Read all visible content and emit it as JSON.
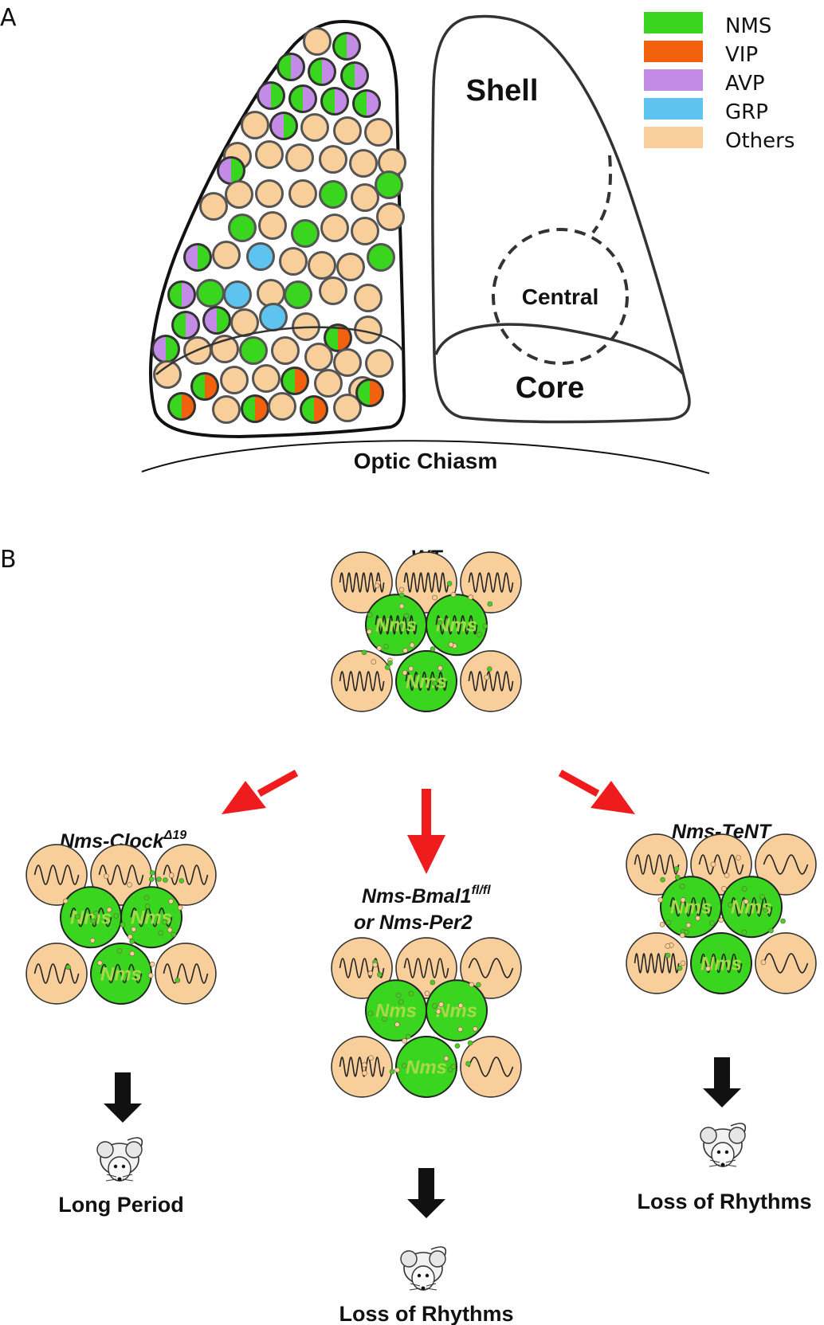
{
  "panel_a": {
    "letter": "A",
    "legend": [
      {
        "label": "NMS",
        "color": "#39d51f"
      },
      {
        "label": "VIP",
        "color": "#f2620e"
      },
      {
        "label": "AVP",
        "color": "#c48be6"
      },
      {
        "label": "GRP",
        "color": "#5ec3ee"
      },
      {
        "label": "Others",
        "color": "#f8cf9b"
      }
    ],
    "labels": {
      "shell": "Shell",
      "central": "Central",
      "core": "Core",
      "chiasm": "Optic Chiasm"
    }
  },
  "panel_b": {
    "letter": "B",
    "nms_text": "Nms",
    "wt": {
      "title": "WT"
    },
    "clock": {
      "title": "Nms-Clock",
      "sup": "Δ19",
      "outcome": "Long Period"
    },
    "bmal": {
      "line1": "Nms-Bmal1",
      "sup": "fl/fl",
      "line2": "or Nms-Per2",
      "outcome": "Loss of Rhythms"
    },
    "tent": {
      "title": "Nms-TeNT",
      "outcome": "Loss of Rhythms"
    }
  },
  "colors": {
    "nms": "#39d51f",
    "vip": "#f2620e",
    "avp": "#c48be6",
    "grp": "#5ec3ee",
    "other": "#f8cf9b",
    "arrow_red": "#ee1c1c",
    "arrow_black": "#111111"
  }
}
